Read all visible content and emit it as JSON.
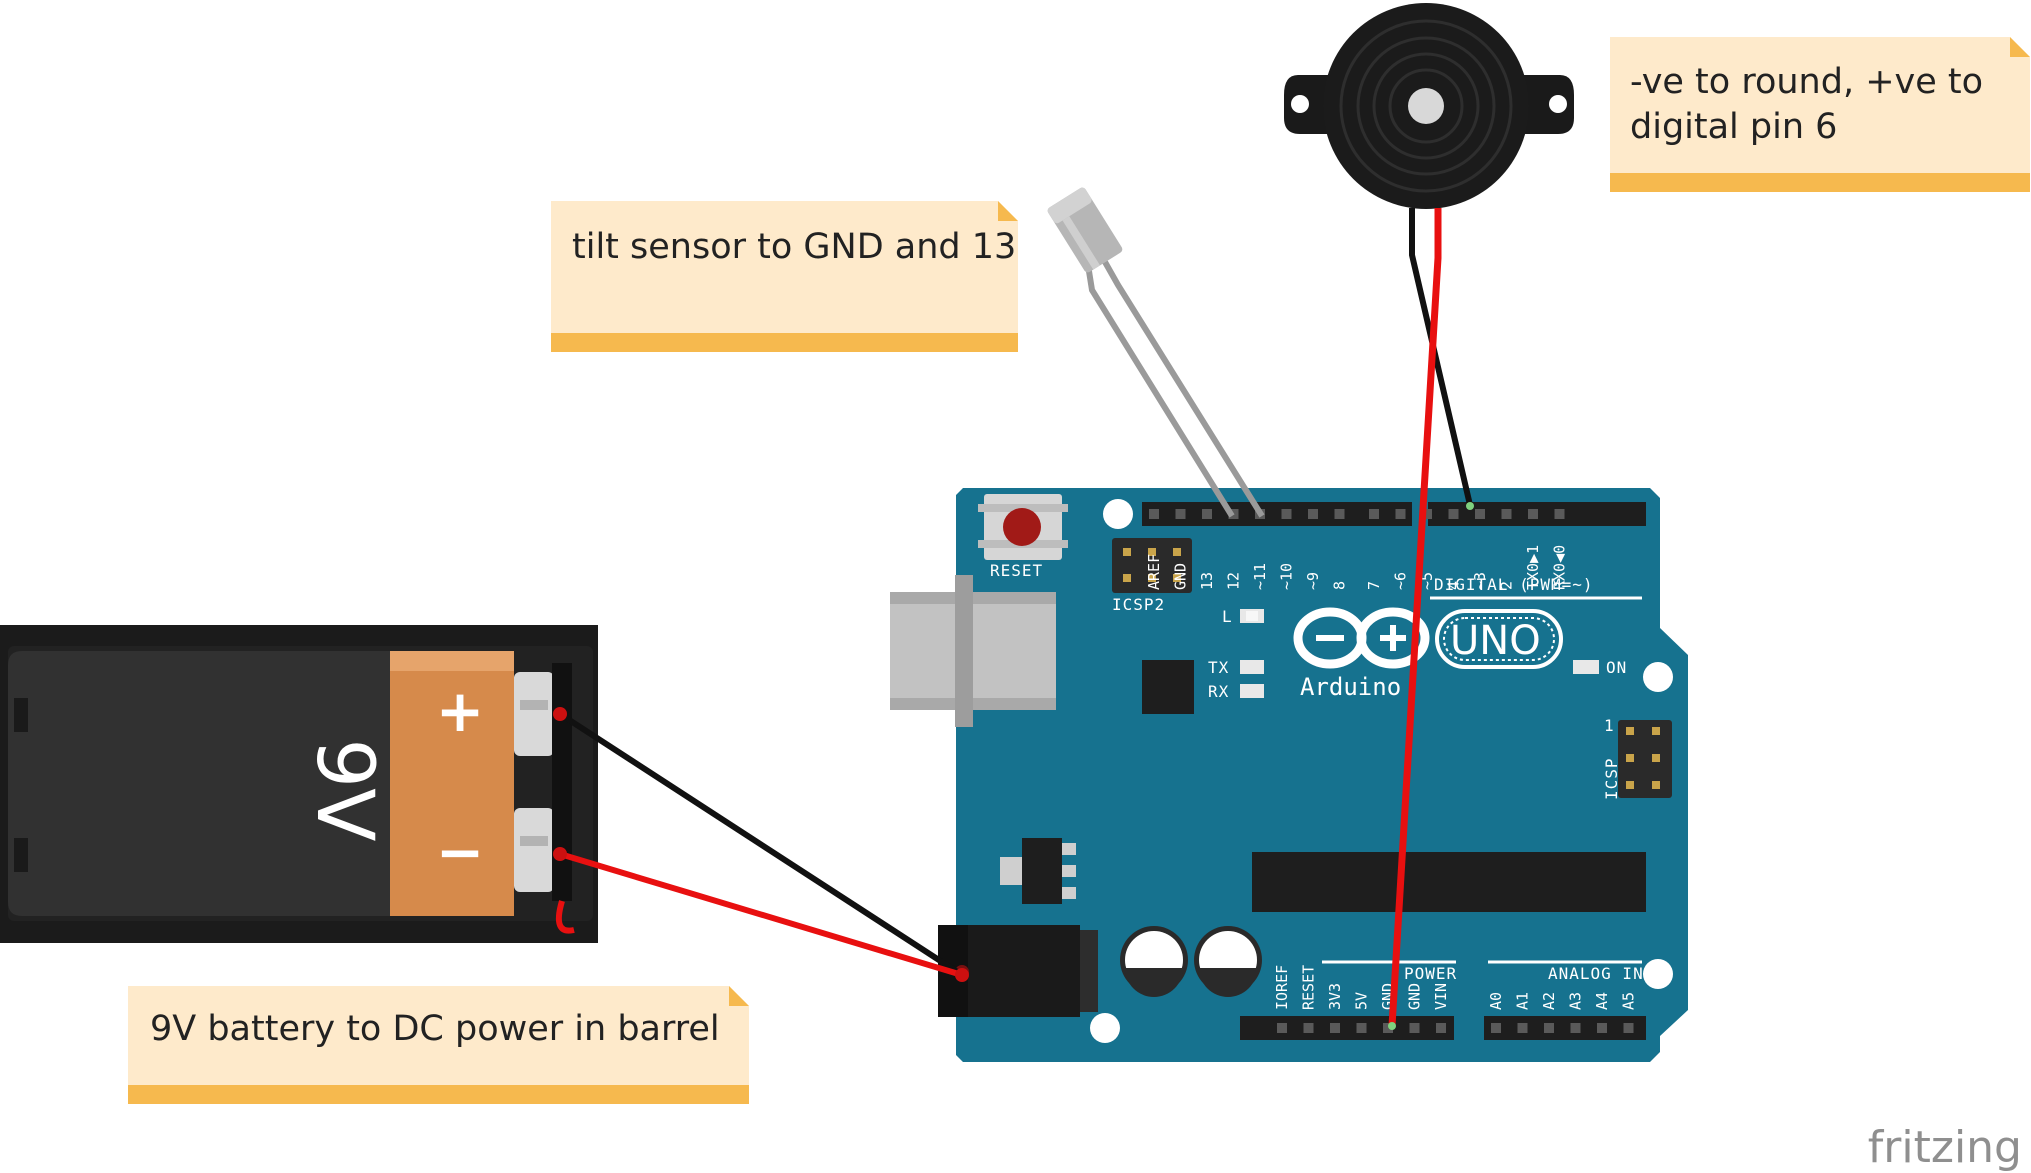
{
  "notes": {
    "tilt": "tilt sensor to GND and 13",
    "buzzer_line1": "-ve to round, +ve to",
    "buzzer_line2": "digital pin 6",
    "battery": "9V battery to DC power in barrel"
  },
  "battery": {
    "label": "9V",
    "plus": "+",
    "minus": "−"
  },
  "board": {
    "reset": "RESET",
    "icsp2": "ICSP2",
    "icsp": "ICSP",
    "icsp_pin1": "1",
    "led_l": "L",
    "led_tx": "TX",
    "led_rx": "RX",
    "led_on": "ON",
    "logo_uno": "UNO",
    "logo_arduino": "Arduino",
    "digital_header": "DIGITAL (PWM=~)",
    "power_header": "POWER",
    "analog_header": "ANALOG IN",
    "digital_pins": [
      "AREF",
      "GND",
      "13",
      "12",
      "~11",
      "~10",
      "~9",
      "8",
      "7",
      "~6",
      "~5",
      "4",
      "~3",
      "2",
      "TX0▶1",
      "RX0◀0"
    ],
    "power_pins": [
      "IOREF",
      "RESET",
      "3V3",
      "5V",
      "GND",
      "GND",
      "VIN"
    ],
    "analog_pins": [
      "A0",
      "A1",
      "A2",
      "A3",
      "A4",
      "A5"
    ]
  },
  "brand": "fritzing",
  "colors": {
    "board": "#16728f",
    "note": "#feeacb",
    "note_bar": "#f6b94e",
    "wire_red": "#e81010",
    "wire_black": "#111111",
    "battery_copper": "#d68a4b"
  }
}
